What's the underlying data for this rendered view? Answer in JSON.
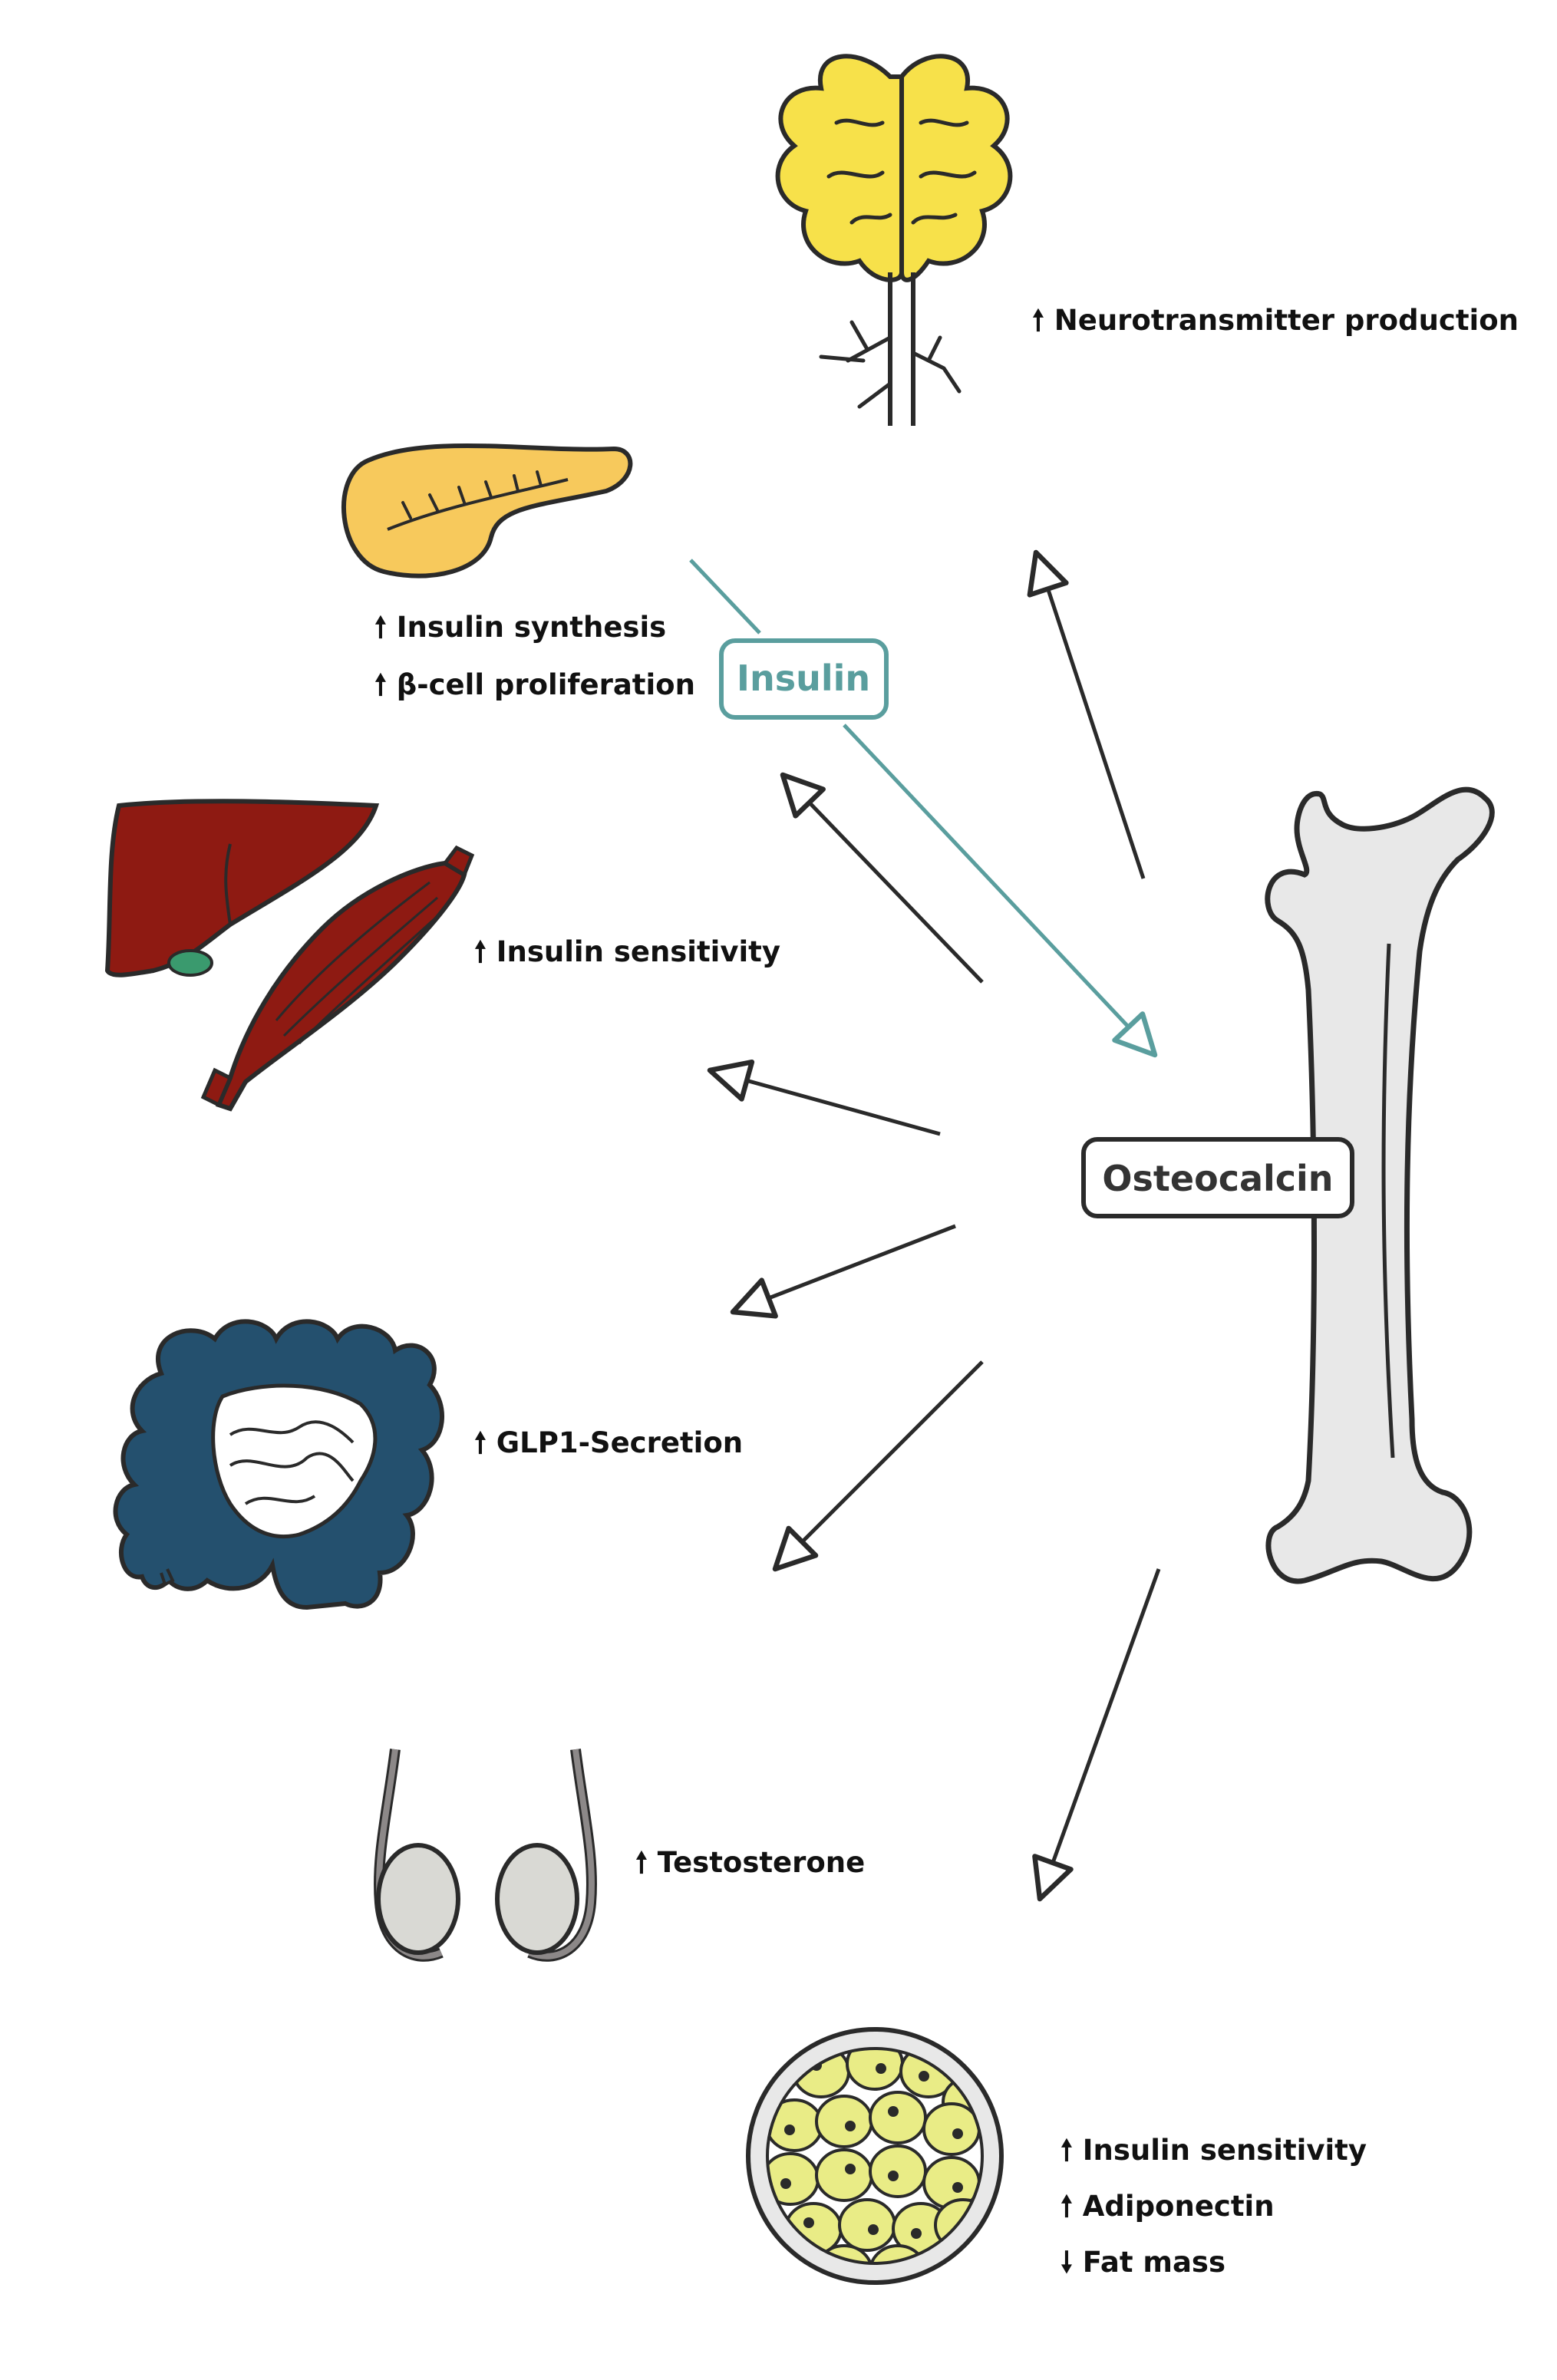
{
  "center": {
    "label": "Osteocalcin"
  },
  "insulin": {
    "label": "Insulin"
  },
  "targets": {
    "brain": {
      "effects": [
        {
          "dir": "up",
          "text": "Neurotransmitter production"
        }
      ]
    },
    "pancreas": {
      "effects": [
        {
          "dir": "up",
          "text": "Insulin synthesis"
        },
        {
          "dir": "up",
          "text": "β-cell proliferation"
        }
      ]
    },
    "liver_muscle": {
      "effects": [
        {
          "dir": "up",
          "text": "Insulin sensitivity"
        }
      ]
    },
    "intestine": {
      "effects": [
        {
          "dir": "up",
          "text": "GLP1-Secretion"
        }
      ]
    },
    "testes": {
      "effects": [
        {
          "dir": "up",
          "text": "Testosterone"
        }
      ]
    },
    "adipose": {
      "effects": [
        {
          "dir": "up",
          "text": "Insulin sensitivity"
        },
        {
          "dir": "up",
          "text": "Adiponectin"
        },
        {
          "dir": "down",
          "text": "Fat mass"
        }
      ]
    }
  },
  "colors": {
    "insulin": "#5a9e9e",
    "arrow": "#2a2a2a",
    "bone": "#e8e8e8",
    "brain": "#f7e14a",
    "pancreas": "#f7c95c",
    "liver": "#8e1a12",
    "gallbladder": "#3a9a6e",
    "intestine": "#24506e",
    "testis": "#d9d9d4",
    "adipocyte": "#e9ec86"
  },
  "icons": [
    "brain-icon",
    "pancreas-icon",
    "liver-icon",
    "muscle-icon",
    "intestine-icon",
    "testes-icon",
    "adipose-tissue-icon",
    "bone-icon"
  ]
}
